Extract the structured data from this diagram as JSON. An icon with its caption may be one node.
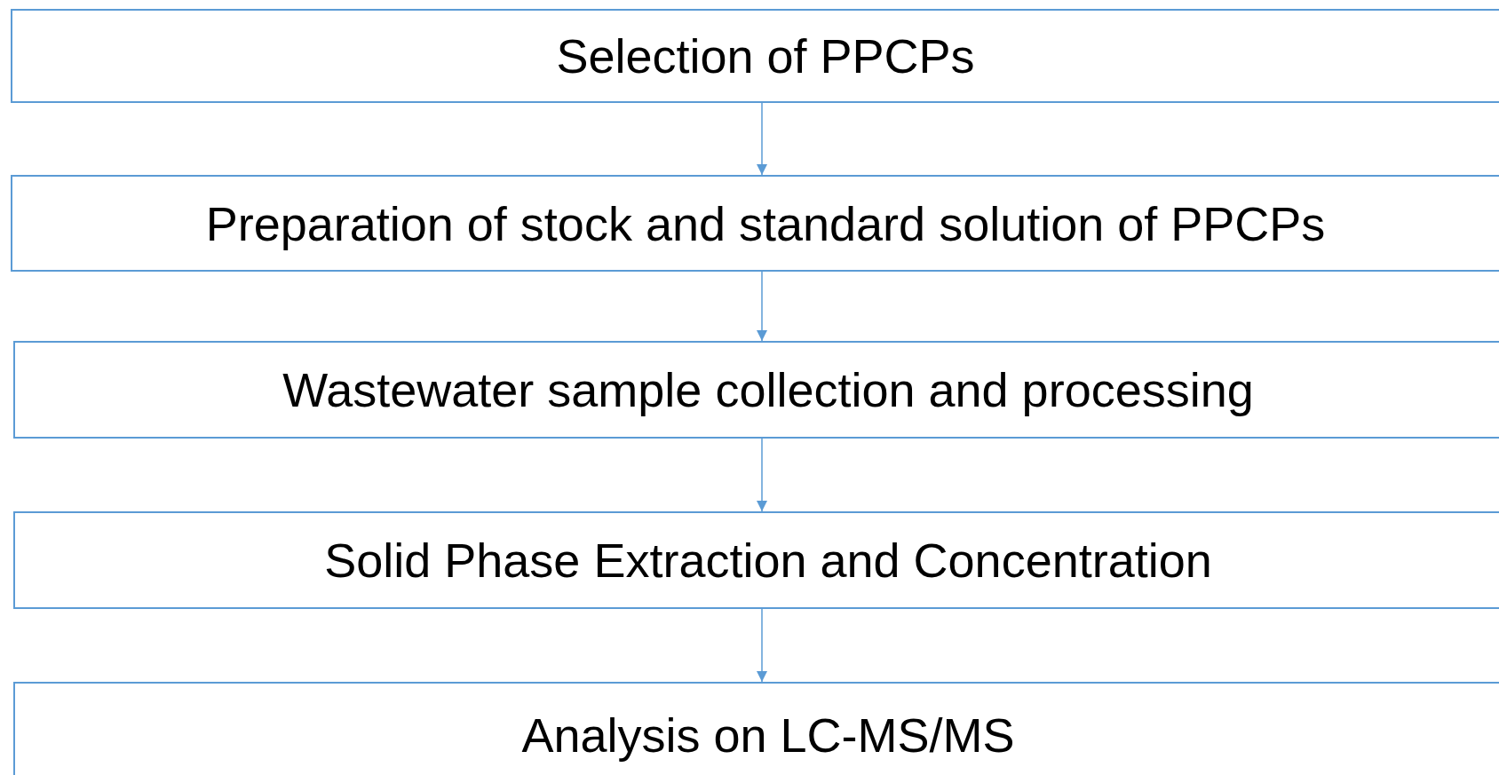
{
  "diagram": {
    "nodes": [
      {
        "text": [
          "Selection of PPCPs"
        ]
      },
      {
        "text": [
          "Preparation of stock and standard solution of PPCPs"
        ]
      },
      {
        "text": [
          "Wastewater sample collection and processing"
        ]
      },
      {
        "text": [
          "Solid Phase Extraction and Concentration"
        ]
      },
      {
        "text": [
          "Analysis on LC-MS/MS"
        ]
      }
    ],
    "edges": [
      {
        "from": 0,
        "to": 1,
        "arrow": "to"
      },
      {
        "from": 1,
        "to": 2,
        "arrow": "to"
      },
      {
        "from": 2,
        "to": 3,
        "arrow": "to"
      },
      {
        "from": 3,
        "to": 4,
        "arrow": "to"
      }
    ]
  }
}
